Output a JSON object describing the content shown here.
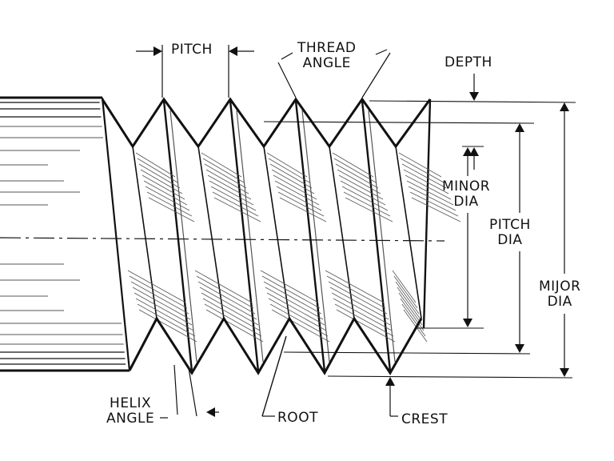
{
  "diagram": {
    "labels": {
      "pitch": "PITCH",
      "thread_angle_1": "THREAD",
      "thread_angle_2": "ANGLE",
      "depth": "DEPTH",
      "minor_dia_1": "MINOR",
      "minor_dia_2": "DIA",
      "pitch_dia_1": "PITCH",
      "pitch_dia_2": "DIA",
      "major_dia_1": "MIJOR",
      "major_dia_2": "DIA",
      "helix_angle_1": "HELIX",
      "helix_angle_2": "ANGLE",
      "root": "ROOT",
      "crest": "CREST"
    },
    "colors": {
      "ink": "#111111",
      "shade": "#555555",
      "background": "#ffffff"
    }
  }
}
